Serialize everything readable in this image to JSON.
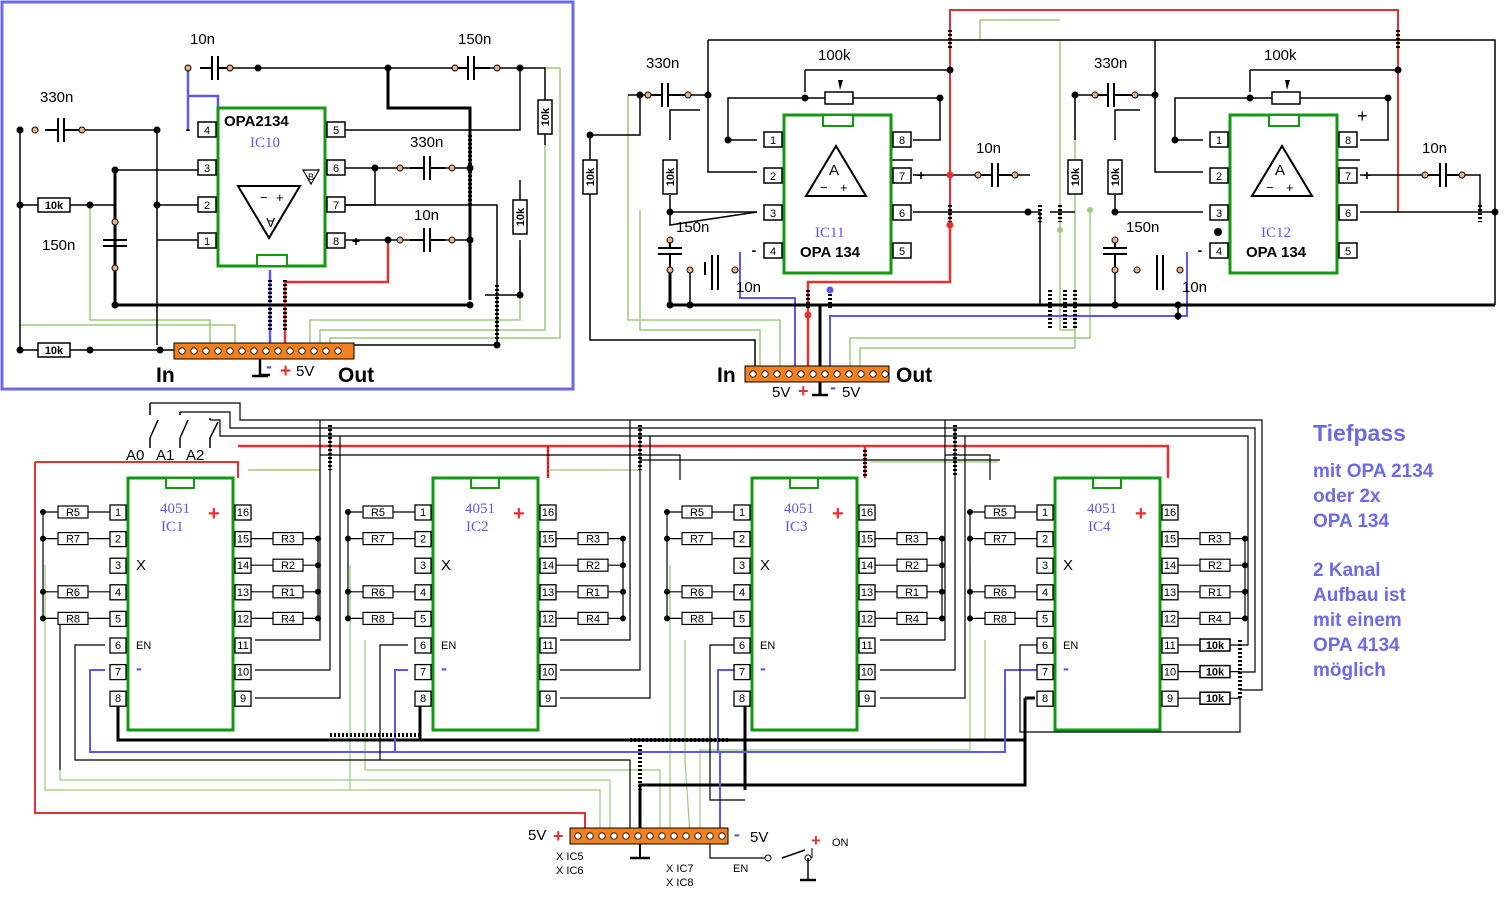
{
  "notes": {
    "title": "Tiefpass",
    "lines_a": [
      "mit OPA 2134",
      "oder 2x",
      "OPA 134"
    ],
    "lines_b": [
      "2 Kanal",
      "Aufbau ist",
      "mit einem",
      "OPA 4134",
      "möglich"
    ]
  },
  "filter_left": {
    "chip_name": "OPA2134",
    "chip_ref": "IC10",
    "pins_left": [
      "4",
      "3",
      "2",
      "1"
    ],
    "pins_right": [
      "5",
      "6",
      "7",
      "8"
    ],
    "pin4_sign": "-",
    "pin8_sign": "+",
    "caps": {
      "c1": "10n",
      "c2": "150n",
      "c3": "330n",
      "c4": "330n",
      "c5": "150n",
      "c6": "10n"
    },
    "resistors": {
      "r_in": "10k",
      "r_v": "10k",
      "r_v2": "10k",
      "r_bottom": "10k"
    },
    "labels": {
      "in": "In",
      "out": "Out",
      "supply": "5V",
      "minus": "-",
      "plus": "+",
      "b": "B",
      "a": "A"
    }
  },
  "filter_right": {
    "chips": [
      {
        "ref": "IC11",
        "name": "OPA 134"
      },
      {
        "ref": "IC12",
        "name": "OPA 134"
      }
    ],
    "pins_left": [
      "1",
      "2",
      "3",
      "4"
    ],
    "pins_right": [
      "8",
      "7",
      "6",
      "5"
    ],
    "pin4_sign": "-",
    "pin7_sign": "+",
    "pot": "100k",
    "caps": {
      "c_in": "330n",
      "c_out": "10n",
      "c_gnd": "150n",
      "c_dec": "10n"
    },
    "resistor": "10k",
    "amp_letter": "A",
    "amp_minus": "−",
    "amp_plus": "+",
    "labels": {
      "in": "In",
      "out": "Out",
      "supply_left": "5V",
      "supply_right": "5V",
      "plus": "+",
      "minus": "-"
    }
  },
  "mux": {
    "chips": [
      {
        "type": "4051",
        "ref": "IC1"
      },
      {
        "type": "4051",
        "ref": "IC2"
      },
      {
        "type": "4051",
        "ref": "IC3"
      },
      {
        "type": "4051",
        "ref": "IC4"
      }
    ],
    "pins_left": [
      "1",
      "2",
      "3",
      "4",
      "5",
      "6",
      "7",
      "8"
    ],
    "pins_right": [
      "16",
      "15",
      "14",
      "13",
      "12",
      "11",
      "10",
      "9"
    ],
    "left_resistors": [
      "R5",
      "R7",
      "",
      "R6",
      "R8"
    ],
    "right_resistors": [
      "R3",
      "R2",
      "R1",
      "R4"
    ],
    "ic4_extra_resistors": [
      "10k",
      "10k",
      "10k"
    ],
    "x_label": "X",
    "en_label": "EN",
    "plus": "+",
    "minus": "-",
    "switch_labels": [
      "A0",
      "A1",
      "A2"
    ],
    "connector": {
      "supply_left": "5V",
      "supply_right": "5V",
      "plus": "+",
      "minus": "-",
      "x_marks": [
        "X IC5",
        "X IC6",
        "X IC7",
        "X IC8"
      ],
      "en": "EN",
      "on": "ON"
    }
  },
  "colors": {
    "chip_border": "#109a10",
    "wire_black": "#000000",
    "wire_red": "#e83030",
    "wire_blue": "#5a5ae6",
    "wire_green": "#9acc7a",
    "connector": "#f08020",
    "frame": "#6b6bea",
    "cap_pad": "#f0b080"
  }
}
